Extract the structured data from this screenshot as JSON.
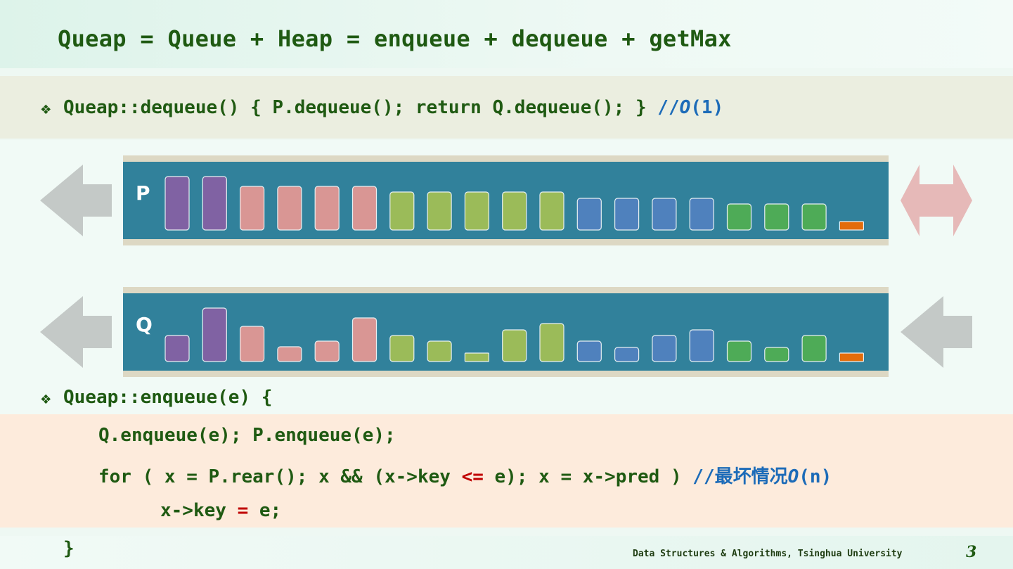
{
  "title": "Queap = Queue + Heap = enqueue + dequeue + getMax",
  "dequeue_line": {
    "bullet": "❖",
    "code": "Queap::dequeue() { P.dequeue(); return Q.dequeue(); }",
    "comment_prefix": "//",
    "comment_o": "O",
    "comment_suffix": "(1)"
  },
  "panels": {
    "p_label": "P",
    "q_label": "Q"
  },
  "colors": {
    "purple": "#8062a3",
    "pink": "#d99694",
    "green_light": "#9bbb59",
    "blue": "#4f81bd",
    "green": "#4eab57",
    "orange": "#e36c0a",
    "panel": "#31819b",
    "arrow_gray": "#c4c9c7",
    "arrow_pink": "#e6b9b8"
  },
  "chart_data": {
    "type": "bar",
    "series": [
      {
        "name": "P",
        "values": [
          76,
          76,
          62,
          62,
          62,
          62,
          54,
          54,
          54,
          54,
          54,
          45,
          45,
          45,
          45,
          37,
          37,
          37,
          12
        ],
        "color_keys": [
          "purple",
          "purple",
          "pink",
          "pink",
          "pink",
          "pink",
          "green_light",
          "green_light",
          "green_light",
          "green_light",
          "green_light",
          "blue",
          "blue",
          "blue",
          "blue",
          "green",
          "green",
          "green",
          "orange"
        ]
      },
      {
        "name": "Q",
        "values": [
          37,
          76,
          50,
          21,
          29,
          62,
          37,
          29,
          12,
          45,
          54,
          29,
          20,
          37,
          45,
          29,
          20,
          37,
          12
        ],
        "color_keys": [
          "purple",
          "purple",
          "pink",
          "pink",
          "pink",
          "pink",
          "green_light",
          "green_light",
          "green_light",
          "green_light",
          "green_light",
          "blue",
          "blue",
          "blue",
          "blue",
          "green",
          "green",
          "green",
          "orange"
        ]
      }
    ]
  },
  "enqueue": {
    "bullet": "❖",
    "header": "Queap::enqueue(e) {",
    "line1": "Q.enqueue(e); P.enqueue(e);",
    "line2_a": "for ( x = P.rear(); x && (x->key ",
    "line2_op": "<=",
    "line2_b": " e); x = x->pred ) ",
    "line2_comment_prefix": "//",
    "line2_comment_cjk": "最坏情况",
    "line2_comment_o": "O",
    "line2_comment_suffix": "(n)",
    "line3_a": "x->key ",
    "line3_op": "=",
    "line3_b": " e;",
    "close": "}"
  },
  "footer": {
    "credit": "Data Structures & Algorithms, Tsinghua University",
    "page": "3"
  }
}
